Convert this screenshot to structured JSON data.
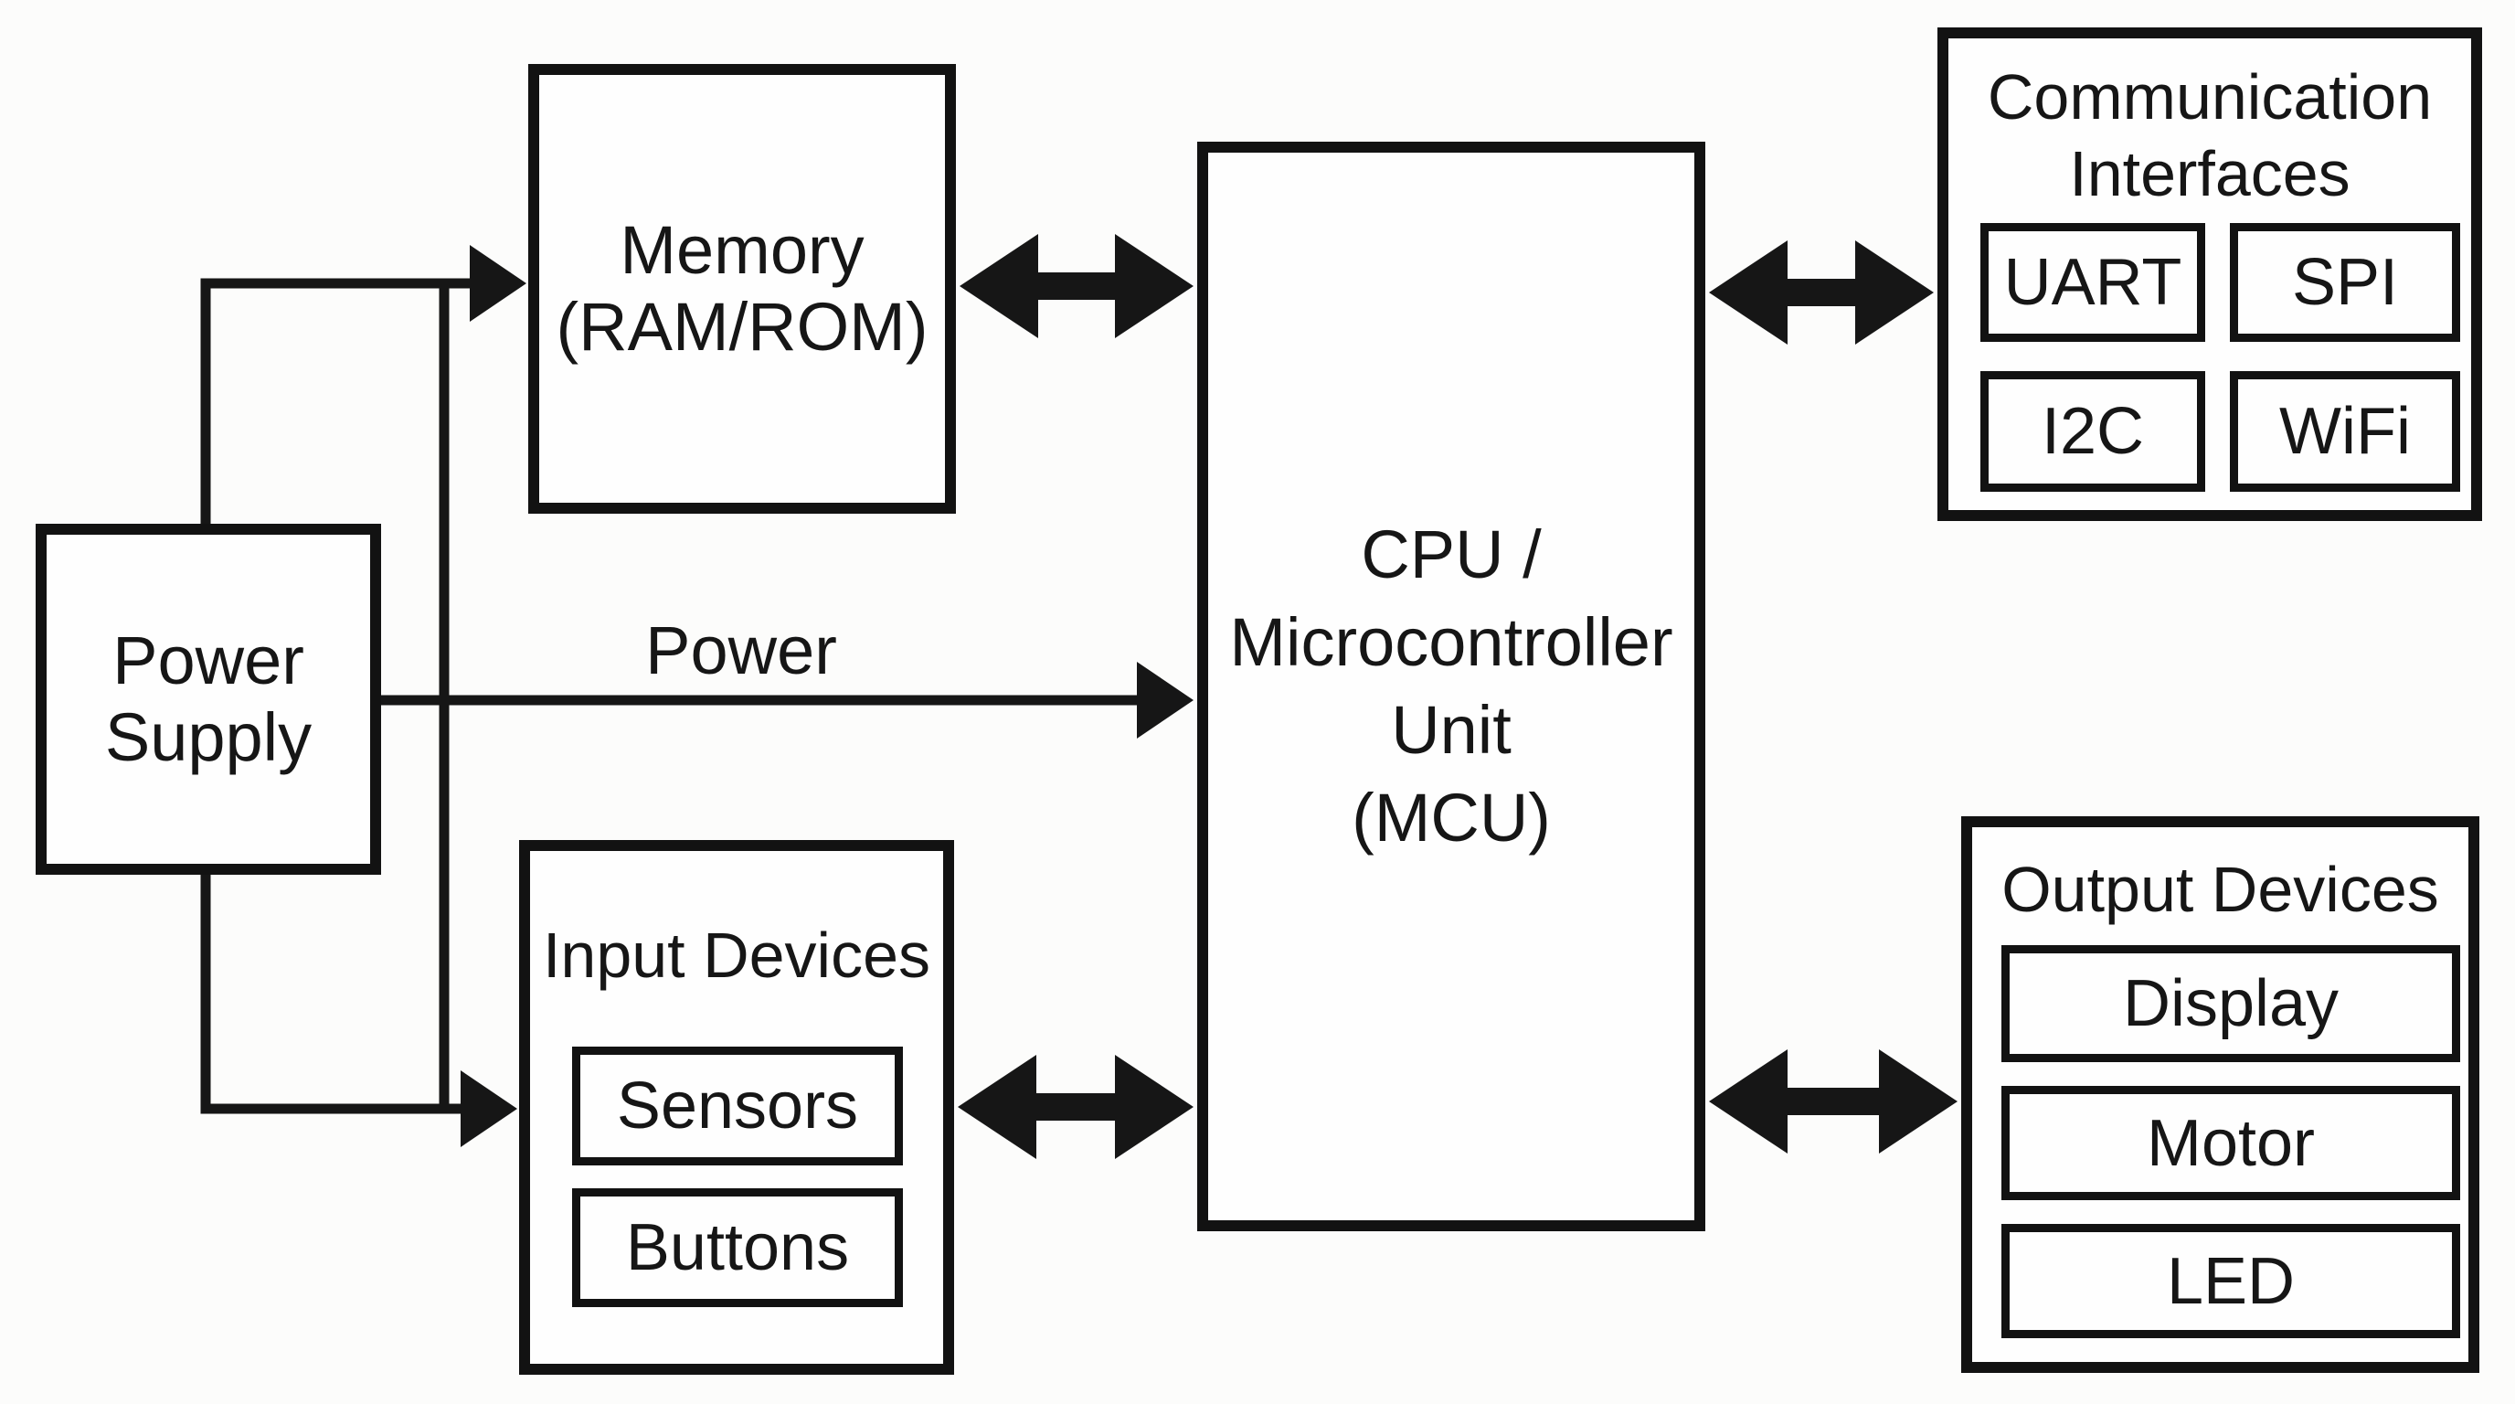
{
  "canvas": {
    "background": "#fcfcfb",
    "ink_color": "#161616",
    "node_fill": "#fefefe"
  },
  "nodes": {
    "memory": {
      "label_lines": [
        "Memory",
        "(RAM/ROM)"
      ]
    },
    "power_supply": {
      "label_lines": [
        "Power",
        "Supply"
      ]
    },
    "cpu": {
      "label_lines": [
        "CPU /",
        "Microcontroller",
        "Unit",
        "(MCU)"
      ]
    },
    "comm": {
      "title_lines": [
        "Communication",
        "Interfaces"
      ],
      "items": [
        {
          "label": "UART"
        },
        {
          "label": "SPI"
        },
        {
          "label": "I2C"
        },
        {
          "label": "WiFi"
        }
      ]
    },
    "input": {
      "title": "Input Devices",
      "items": [
        {
          "label": "Sensors"
        },
        {
          "label": "Buttons"
        }
      ]
    },
    "output": {
      "title": "Output Devices",
      "items": [
        {
          "label": "Display"
        },
        {
          "label": "Motor"
        },
        {
          "label": "LED"
        }
      ]
    }
  },
  "edges": {
    "power_label": "Power",
    "connections": [
      "Power Supply -> Memory (power feed)",
      "Power Supply -> CPU (Power)",
      "Power Supply -> Input Devices (power feed)",
      "Memory <-> CPU (bus)",
      "CPU <-> Communication Interfaces (bus)",
      "Input Devices <-> CPU (bus)",
      "CPU <-> Output Devices (bus)"
    ]
  }
}
